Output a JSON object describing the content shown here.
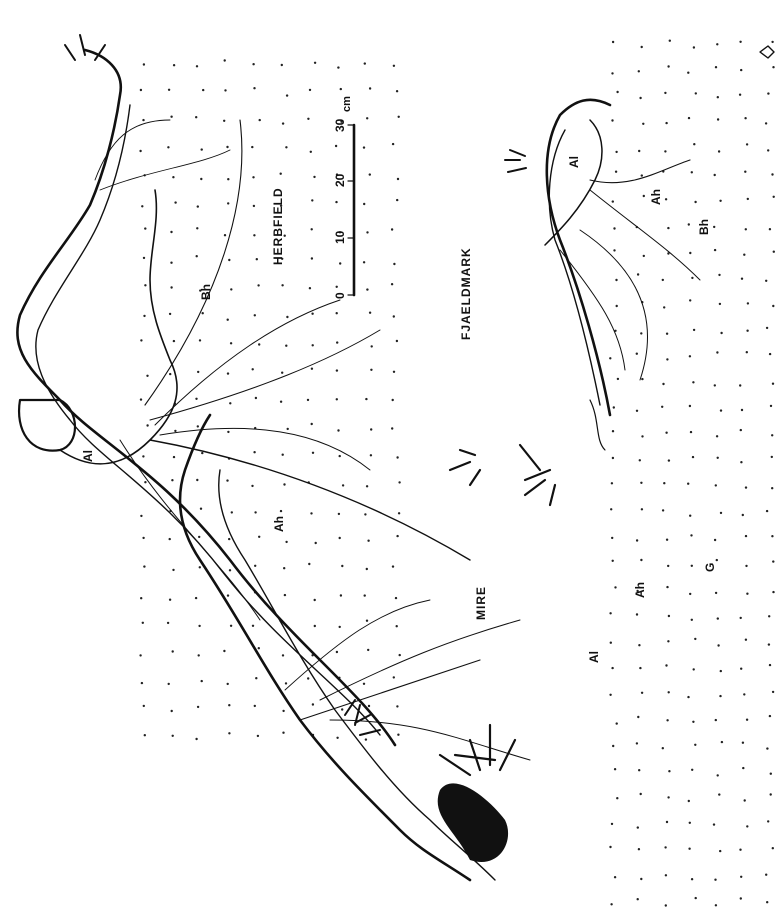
{
  "diagram": {
    "sections": {
      "herbfield": "HERBFIELD",
      "fjaeldmark": "FJAELDMARK",
      "mire": "MIRE"
    },
    "horizons": {
      "herbfield": [
        "Al",
        "Ah",
        "Bh"
      ],
      "fjaeldmark": [
        "Al",
        "Ah",
        "Bh"
      ],
      "mire": [
        "Al",
        "Ah",
        "G"
      ]
    },
    "scale_bar": {
      "ticks": [
        "0",
        "10",
        "20",
        "30"
      ],
      "unit": "cm"
    }
  }
}
